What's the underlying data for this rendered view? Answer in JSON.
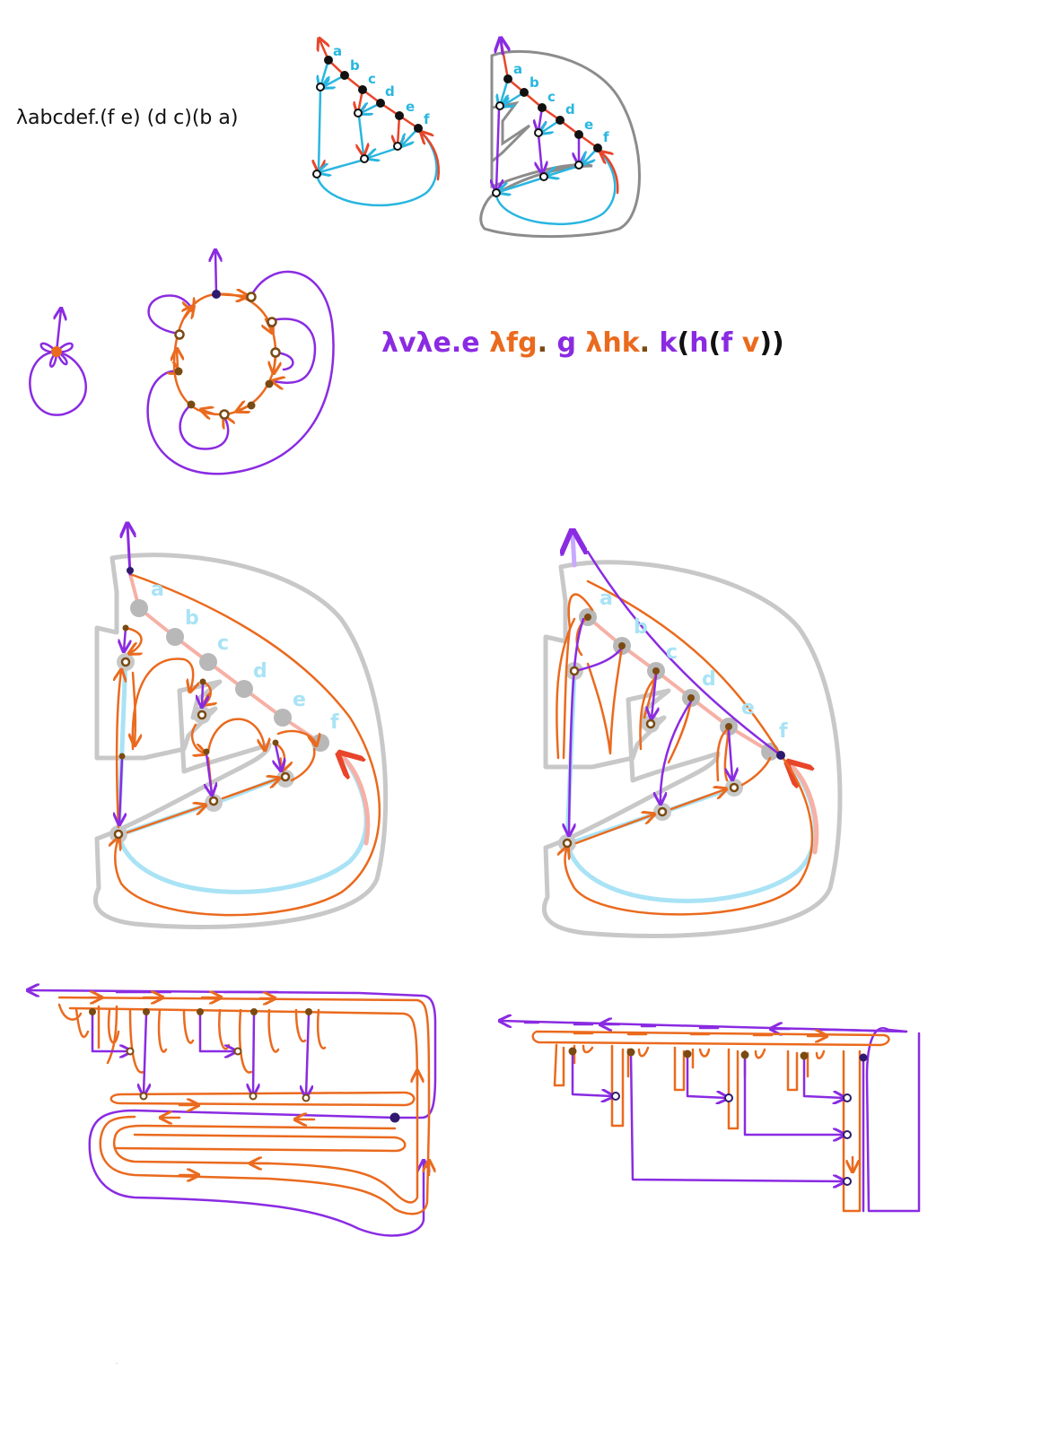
{
  "colors": {
    "purple": "#8a2be2",
    "orange": "#ea6a1e",
    "red": "#e8452a",
    "cyan": "#29b6e0",
    "gray": "#8c8c8c",
    "lightgray": "#c8c8c8",
    "brown": "#7a4a12",
    "navy": "#2e1a6e",
    "pink": "#f6b0a6",
    "lightcyan": "#a9e3f5"
  },
  "formula1": "λabcdef.(f e) (d c)(b a)",
  "formula2": {
    "parts": [
      {
        "text": "λvλe.e",
        "color": "#8a2be2"
      },
      {
        "text": " λfg",
        "color": "#ea6a1e"
      },
      {
        "text": ". ",
        "color": "#7a4a12"
      },
      {
        "text": "g",
        "color": "#8a2be2"
      },
      {
        "text": " λhk",
        "color": "#ea6a1e"
      },
      {
        "text": ". ",
        "color": "#7a4a12"
      },
      {
        "text": "k",
        "color": "#8a2be2"
      },
      {
        "text": "(",
        "color": "#111111"
      },
      {
        "text": "h",
        "color": "#8a2be2"
      },
      {
        "text": "(",
        "color": "#111111"
      },
      {
        "text": "f ",
        "color": "#8a2be2"
      },
      {
        "text": "v",
        "color": "#ea6a1e"
      },
      {
        "text": "))",
        "color": "#111111"
      }
    ]
  },
  "labels": {
    "var_a": "a",
    "var_b": "b",
    "var_c": "c",
    "var_d": "d",
    "var_e": "e",
    "var_f": "f"
  }
}
